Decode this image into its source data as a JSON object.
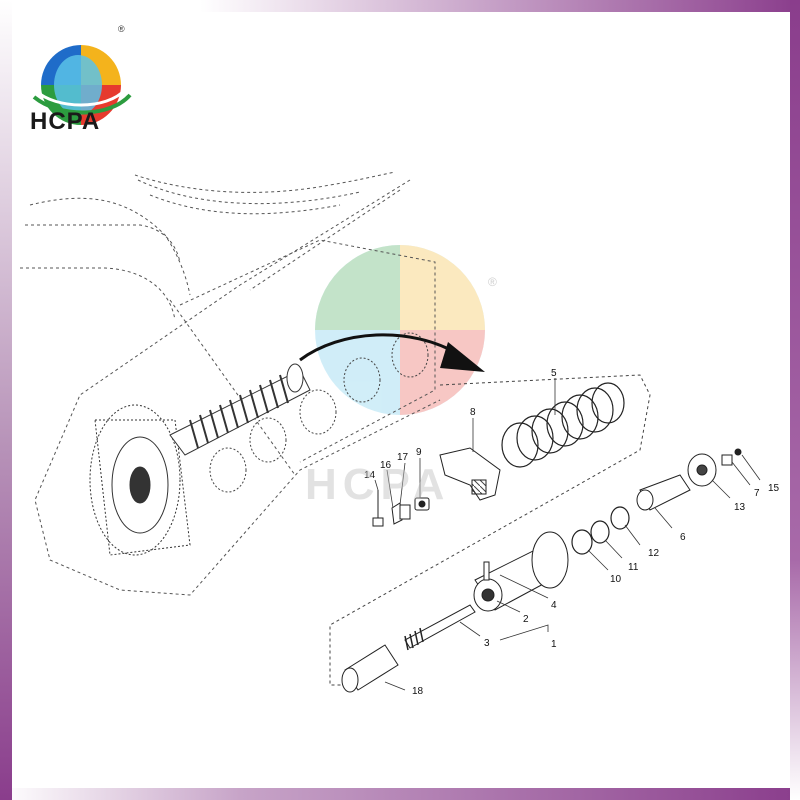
{
  "brand": {
    "name": "HCPA",
    "registered_mark": "®",
    "logo_colors": [
      "#e63a2e",
      "#f4b31c",
      "#2c9c3f",
      "#1f6cc9",
      "#5bc2e7"
    ],
    "frame_color": "#8a3d8c"
  },
  "watermark": {
    "text": "HCPA",
    "registered_mark": "®"
  },
  "diagram": {
    "callouts": [
      "1",
      "2",
      "3",
      "4",
      "5",
      "6",
      "7",
      "8",
      "9",
      "10",
      "11",
      "12",
      "13",
      "14",
      "15",
      "16",
      "17",
      "18"
    ]
  }
}
